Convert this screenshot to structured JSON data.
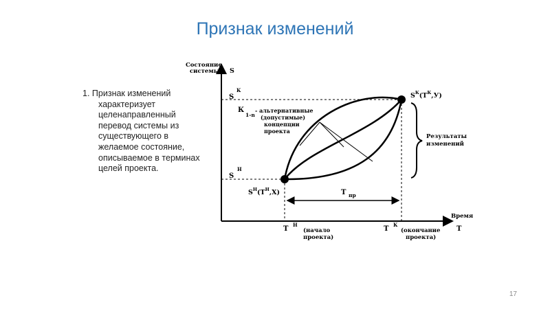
{
  "slide": {
    "title": "Признак изменений",
    "page_number": "17"
  },
  "bullet": {
    "number": "1.",
    "text_first": "Признак изменений",
    "lines": [
      "характеризует",
      "целенаправленный",
      "перевод системы из",
      "существующего в",
      "желаемое состояние,",
      "описываемое в терминах",
      "целей проекта."
    ]
  },
  "diagram": {
    "y_axis_label_1": "Состояние",
    "y_axis_label_2": "системы",
    "y_symbol": "S",
    "sk_label": "S",
    "sk_sup": "К",
    "sn_label": "S",
    "sn_sup": "Н",
    "k_label": "К",
    "k_sub": "1-n",
    "alt_1": "- альтернативные",
    "alt_2": "(допустимые)",
    "alt_3": "концепции",
    "alt_4": "проекта",
    "end_point_label": "S",
    "end_point_sup1": "К",
    "end_point_mid": "(T",
    "end_point_sup2": "К",
    "end_point_tail": ",У)",
    "start_point_label": "S",
    "start_point_sup1": "Н",
    "start_point_mid": "(T",
    "start_point_sup2": "Н",
    "start_point_tail": ",Х)",
    "results_1": "Результаты",
    "results_2": "изменений",
    "duration_label": "T",
    "duration_sub": "пр",
    "x_axis_label": "Время",
    "x_symbol": "T",
    "tn_label": "T",
    "tn_sup": "Н",
    "tn_note_1": "(начало",
    "tn_note_2": "проекта)",
    "tk_label": "T",
    "tk_sup": "К",
    "tk_note_1": "(окончание",
    "tk_note_2": "проекта)"
  }
}
